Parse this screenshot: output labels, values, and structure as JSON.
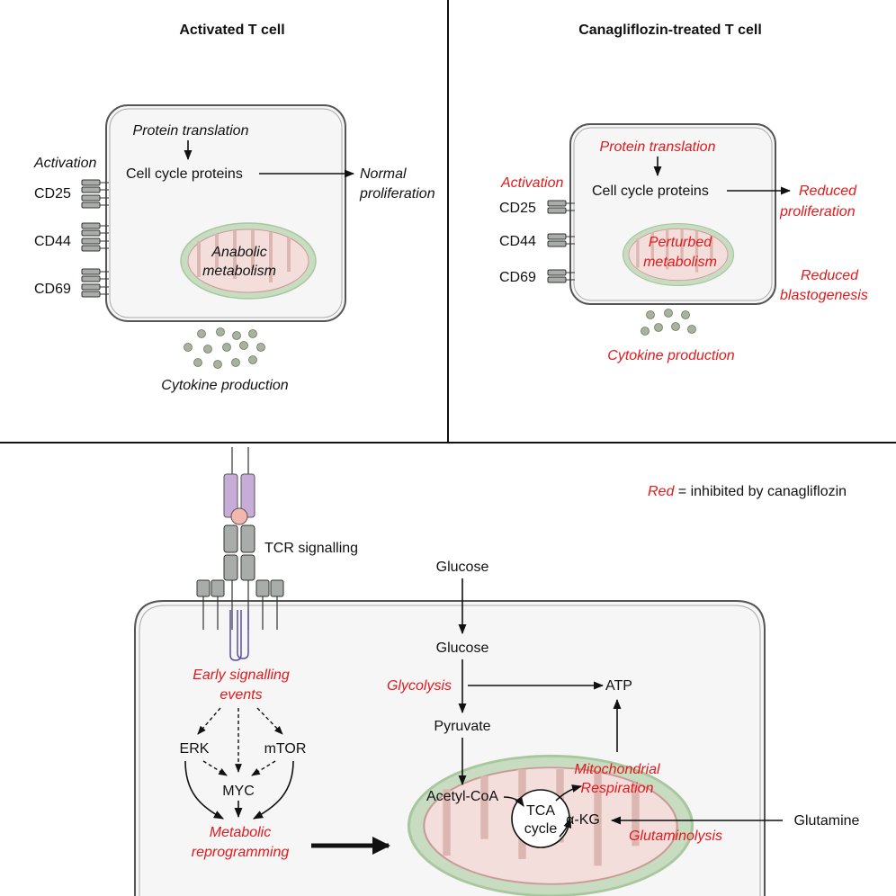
{
  "panels": {
    "left_title": "Activated T cell",
    "right_title": "Canagliflozin-treated T cell"
  },
  "left_cell": {
    "protein_translation": "Protein translation",
    "cell_cycle_proteins": "Cell cycle proteins",
    "outcome_line1": "Normal",
    "outcome_line2": "proliferation",
    "activation": "Activation",
    "markers": [
      "CD25",
      "CD44",
      "CD69"
    ],
    "mito_line1": "Anabolic",
    "mito_line2": "metabolism",
    "cytokine": "Cytokine production"
  },
  "right_cell": {
    "protein_translation": "Protein translation",
    "cell_cycle_proteins": "Cell cycle proteins",
    "outcome_line1": "Reduced",
    "outcome_line2": "proliferation",
    "activation": "Activation",
    "markers": [
      "CD25",
      "CD44",
      "CD69"
    ],
    "mito_line1": "Perturbed",
    "mito_line2": "metabolism",
    "blast_line1": "Reduced",
    "blast_line2": "blastogenesis",
    "cytokine": "Cytokine production"
  },
  "legend": {
    "red_word": "Red",
    "rest": " = inhibited by canagliflozin"
  },
  "pathway": {
    "tcr": "TCR signalling",
    "early_line1": "Early signalling",
    "early_line2": "events",
    "erk": "ERK",
    "mtor": "mTOR",
    "myc": "MYC",
    "metabolic_line1": "Metabolic",
    "metabolic_line2": "reprogramming",
    "glucose_out": "Glucose",
    "glucose_in": "Glucose",
    "glycolysis": "Glycolysis",
    "atp": "ATP",
    "pyruvate": "Pyruvate",
    "acetyl": "Acetyl-CoA",
    "mito_resp_line1": "Mitochondrial",
    "mito_resp_line2": "Respiration",
    "tca_line1": "TCA",
    "tca_line2": "cycle",
    "akg": "α-KG",
    "glutaminolysis": "Glutaminolysis",
    "glutamine": "Glutamine"
  },
  "colors": {
    "red": "#e3191c",
    "cell_fill": "#f6f6f6",
    "mito_outer": "#c7dcc0",
    "mito_inner": "#f2d9d6",
    "tcr_purple": "#c6acd6",
    "receptor_grey": "#a9adaa",
    "dot_green": "#a7b39c"
  }
}
